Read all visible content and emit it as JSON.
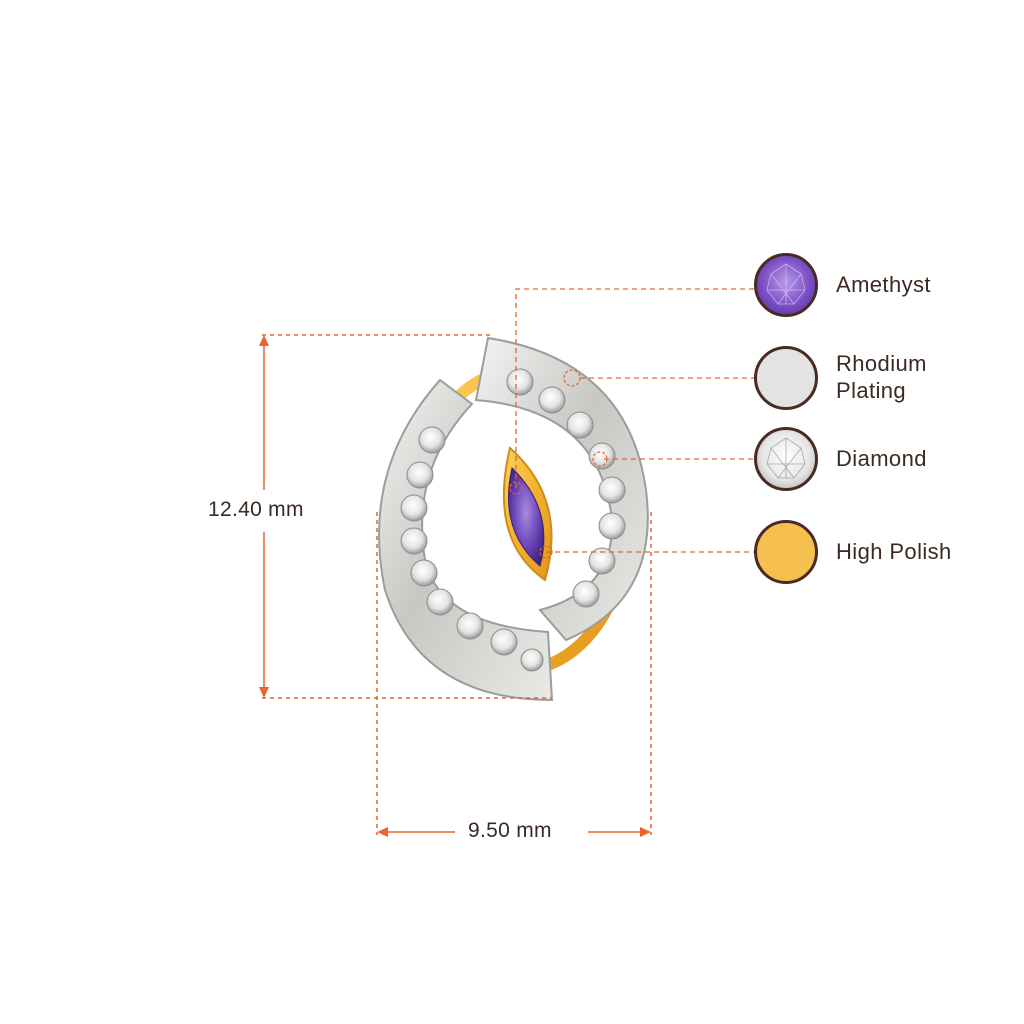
{
  "dimensions": {
    "height": "12.40 mm",
    "width": "9.50 mm"
  },
  "legend": [
    {
      "label": "Amethyst",
      "color": "#7b4fc4",
      "icon": "amethyst-gem-icon"
    },
    {
      "label": "Rhodium\nPlating",
      "color": "#e3e3e3",
      "icon": "rhodium-swatch-icon"
    },
    {
      "label": "Diamond",
      "color": "#f0f0f0",
      "icon": "diamond-gem-icon"
    },
    {
      "label": "High Polish",
      "color": "#f6c04e",
      "icon": "high-polish-swatch-icon"
    }
  ],
  "colors": {
    "dimension_line": "#e8642c",
    "gold": "#f2b531",
    "rhodium": "#cfd0cd",
    "amethyst": "#6a44b8",
    "text": "#3a2a22"
  }
}
